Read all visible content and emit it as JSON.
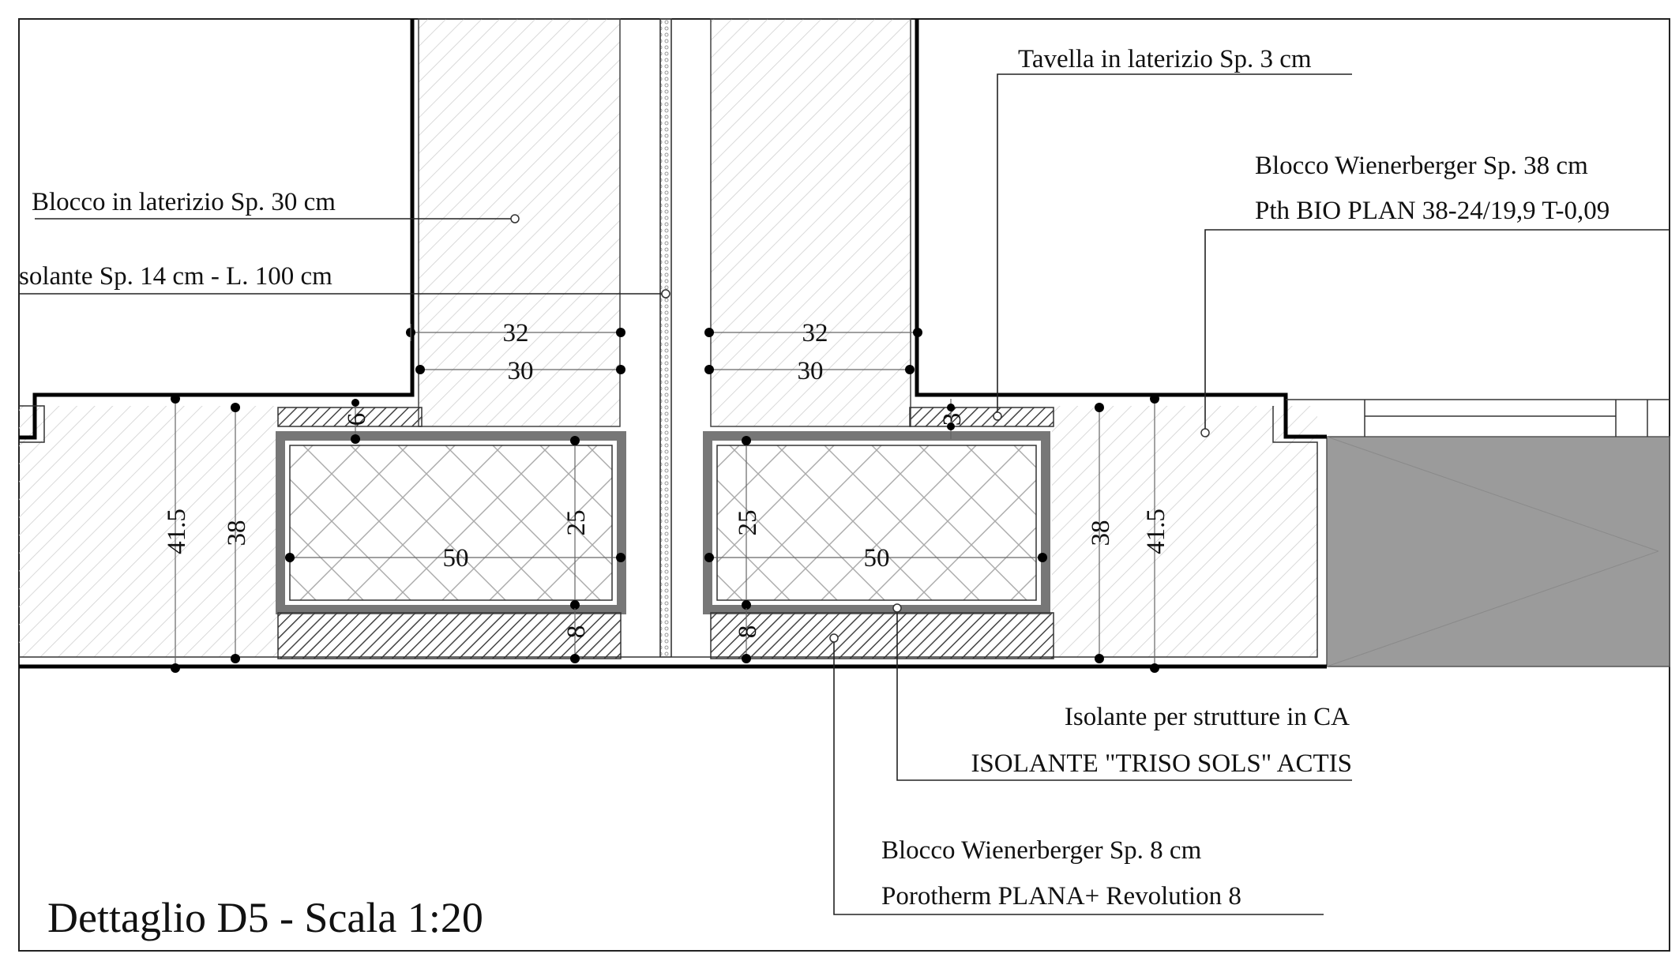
{
  "title": "Dettaglio D5 - Scala 1:20",
  "labels": {
    "tavella": "Tavella in laterizio Sp. 3 cm",
    "blocco30": "Blocco in laterizio Sp. 30 cm",
    "isolante14": "solante Sp. 14 cm - L. 100 cm",
    "wiener38_line1": "Blocco  Wienerberger Sp. 38 cm",
    "wiener38_line2": "Pth BIO PLAN 38-24/19,9 T-0,09",
    "isolante_ca_line1": "Isolante per strutture in CA",
    "isolante_ca_line2": "ISOLANTE \"TRISO SOLS\" ACTIS",
    "wiener8_line1": "Blocco  Wienerberger Sp. 8 cm",
    "wiener8_line2": "Porotherm PLANA+ Revolution 8"
  },
  "dimensions": {
    "left_wall_outer": "32",
    "left_wall_inner": "30",
    "right_wall_outer": "32",
    "right_wall_inner": "30",
    "left_total_height": "41.5",
    "left_block_height": "38",
    "right_block_height": "38",
    "right_total_height": "41.5",
    "left_beam_width": "50",
    "right_beam_width": "50",
    "left_beam_height": "25",
    "right_beam_height": "25",
    "left_top_tile": "6",
    "right_top_tile": "3",
    "left_bottom_block": "8",
    "right_bottom_block": "8"
  },
  "colors": {
    "line": "#000000",
    "slab_fill": "#9b9b9b",
    "hatch": "#cfcfcf"
  }
}
